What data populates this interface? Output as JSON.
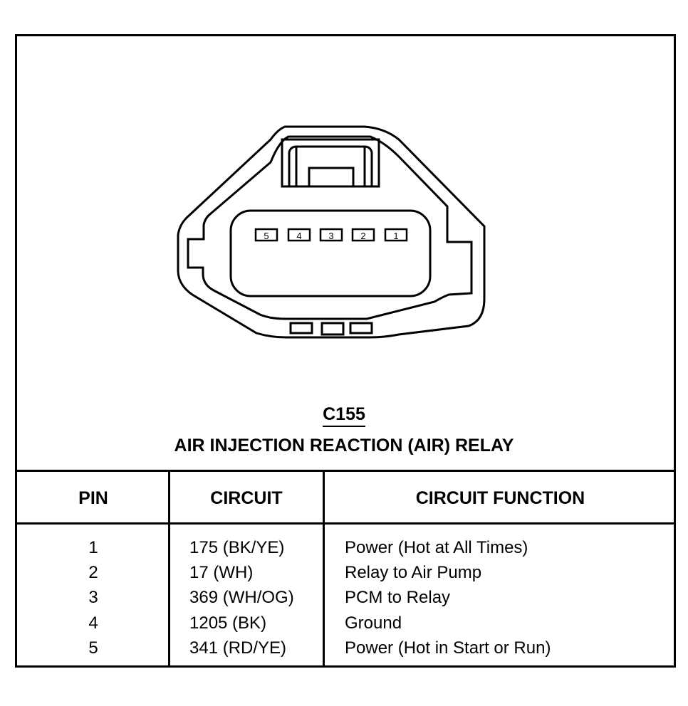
{
  "connector": {
    "id": "C155",
    "name": "AIR INJECTION REACTION (AIR) RELAY",
    "cavity_labels": [
      "5",
      "4",
      "3",
      "2",
      "1"
    ]
  },
  "table": {
    "headers": [
      "PIN",
      "CIRCUIT",
      "CIRCUIT FUNCTION"
    ],
    "rows": [
      {
        "pin": "1",
        "circuit": "175 (BK/YE)",
        "function": "Power (Hot at All Times)"
      },
      {
        "pin": "2",
        "circuit": "17 (WH)",
        "function": "Relay to Air Pump"
      },
      {
        "pin": "3",
        "circuit": "369 (WH/OG)",
        "function": "PCM to Relay"
      },
      {
        "pin": "4",
        "circuit": "1205 (BK)",
        "function": "Ground"
      },
      {
        "pin": "5",
        "circuit": "341 (RD/YE)",
        "function": "Power (Hot in Start or Run)"
      }
    ]
  }
}
